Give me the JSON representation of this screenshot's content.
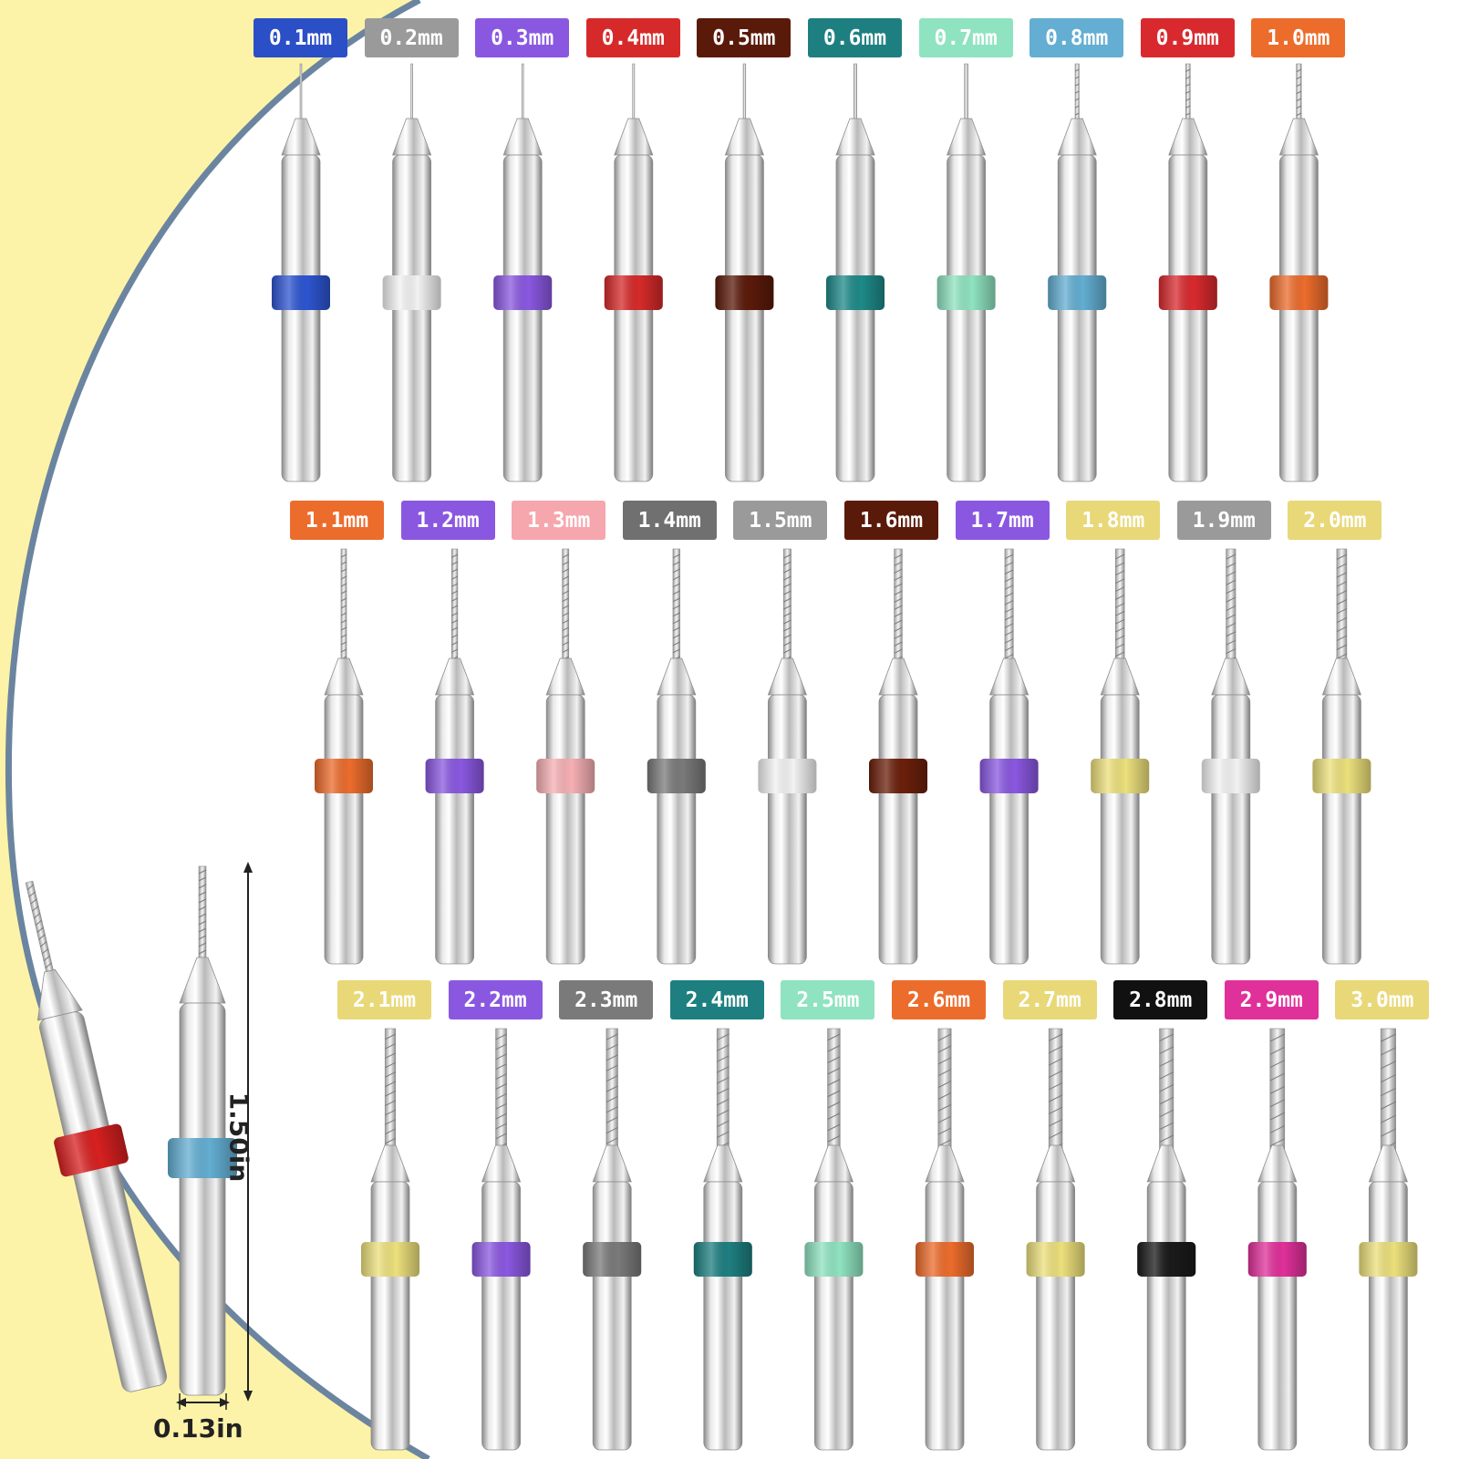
{
  "image": {
    "background_color": "#fdf3a8",
    "arc_stroke_color": "#6b85a0",
    "right_bg_color": "#ffffff"
  },
  "bits": [
    {
      "label": "0.1mm",
      "color": "#2b4fc6",
      "text_color": "#ffffff"
    },
    {
      "label": "0.2mm",
      "color": "#9a9a9a",
      "text_color": "#ffffff"
    },
    {
      "label": "0.3mm",
      "color": "#8a58e0",
      "text_color": "#ffffff"
    },
    {
      "label": "0.4mm",
      "color": "#d62a2a",
      "text_color": "#ffffff"
    },
    {
      "label": "0.5mm",
      "color": "#5a1a0a",
      "text_color": "#ffffff"
    },
    {
      "label": "0.6mm",
      "color": "#1e7f80",
      "text_color": "#ffffff"
    },
    {
      "label": "0.7mm",
      "color": "#8fe3c0",
      "text_color": "#ffffff"
    },
    {
      "label": "0.8mm",
      "color": "#63aed2",
      "text_color": "#ffffff"
    },
    {
      "label": "0.9mm",
      "color": "#d82a2e",
      "text_color": "#ffffff"
    },
    {
      "label": "1.0mm",
      "color": "#ec6c2c",
      "text_color": "#ffffff"
    },
    {
      "label": "1.1mm",
      "color": "#ec6c2c",
      "text_color": "#ffffff"
    },
    {
      "label": "1.2mm",
      "color": "#8a58e0",
      "text_color": "#ffffff"
    },
    {
      "label": "1.3mm",
      "color": "#f6a6ad",
      "text_color": "#ffffff"
    },
    {
      "label": "1.4mm",
      "color": "#707070",
      "text_color": "#ffffff"
    },
    {
      "label": "1.5mm",
      "color": "#9a9a9a",
      "text_color": "#ffffff"
    },
    {
      "label": "1.6mm",
      "color": "#5a1a0a",
      "text_color": "#ffffff"
    },
    {
      "label": "1.7mm",
      "color": "#8a58e0",
      "text_color": "#ffffff"
    },
    {
      "label": "1.8mm",
      "color": "#e8d878",
      "text_color": "#ffffff"
    },
    {
      "label": "1.9mm",
      "color": "#9a9a9a",
      "text_color": "#ffffff"
    },
    {
      "label": "2.0mm",
      "color": "#e8d878",
      "text_color": "#ffffff"
    },
    {
      "label": "2.1mm",
      "color": "#e8d878",
      "text_color": "#ffffff"
    },
    {
      "label": "2.2mm",
      "color": "#8a58e0",
      "text_color": "#ffffff"
    },
    {
      "label": "2.3mm",
      "color": "#7a7a7a",
      "text_color": "#ffffff"
    },
    {
      "label": "2.4mm",
      "color": "#1e7f80",
      "text_color": "#ffffff"
    },
    {
      "label": "2.5mm",
      "color": "#8fe3c0",
      "text_color": "#ffffff"
    },
    {
      "label": "2.6mm",
      "color": "#ec6c2c",
      "text_color": "#ffffff"
    },
    {
      "label": "2.7mm",
      "color": "#e8d878",
      "text_color": "#ffffff"
    },
    {
      "label": "2.8mm",
      "color": "#111111",
      "text_color": "#ffffff"
    },
    {
      "label": "2.9mm",
      "color": "#e0309a",
      "text_color": "#ffffff"
    },
    {
      "label": "3.0mm",
      "color": "#e8d878",
      "text_color": "#ffffff"
    }
  ],
  "ring_colors": [
    "#2d55d0",
    "#f2f2f2",
    "#8a58e0",
    "#d62a2a",
    "#5a1a0a",
    "#1e8a88",
    "#8fe3c0",
    "#63aed2",
    "#d82a2e",
    "#ec6c2c",
    "#ec6c2c",
    "#8a58e0",
    "#f6b0b4",
    "#7a7a7a",
    "#f2f2f2",
    "#6b1f0b",
    "#8a58e0",
    "#ece07c",
    "#f2f2f2",
    "#ece07c",
    "#ece07c",
    "#8a58e0",
    "#7a7a7a",
    "#1e7f80",
    "#8fe3c0",
    "#ec6c2c",
    "#ece07c",
    "#1a1a1a",
    "#e0309a",
    "#ece07c"
  ],
  "dimensions": {
    "length_label": "1.50in",
    "diameter_label": "0.13in"
  },
  "sample_bits": [
    {
      "ring_color": "#d82020"
    },
    {
      "ring_color": "#63aed2"
    }
  ]
}
